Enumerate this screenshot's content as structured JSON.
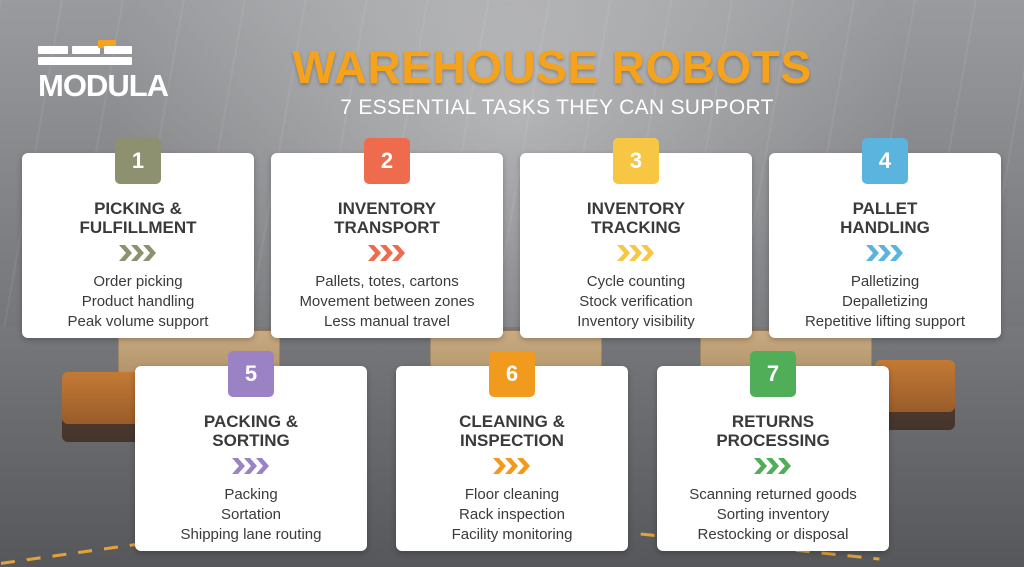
{
  "brand": {
    "name": "MODULA"
  },
  "header": {
    "title": "WAREHOUSE ROBOTS",
    "subtitle": "7 ESSENTIAL TASKS THEY CAN SUPPORT"
  },
  "cards": [
    {
      "number": "1",
      "title": "PICKING &\nFULFILLMENT",
      "color": "#8e9170",
      "items": [
        "Order picking",
        "Product handling",
        "Peak volume support"
      ]
    },
    {
      "number": "2",
      "title": "INVENTORY\nTRANSPORT",
      "color": "#ee6b4d",
      "items": [
        "Pallets, totes, cartons",
        "Movement between zones",
        "Less manual travel"
      ]
    },
    {
      "number": "3",
      "title": "INVENTORY\nTRACKING",
      "color": "#f7c744",
      "items": [
        "Cycle counting",
        "Stock verification",
        "Inventory visibility"
      ]
    },
    {
      "number": "4",
      "title": "PALLET\nHANDLING",
      "color": "#5bb4dd",
      "items": [
        "Palletizing",
        "Depalletizing",
        "Repetitive lifting support"
      ]
    },
    {
      "number": "5",
      "title": "PACKING &\nSORTING",
      "color": "#9b82c4",
      "items": [
        "Packing",
        "Sortation",
        "Shipping lane routing"
      ]
    },
    {
      "number": "6",
      "title": "CLEANING &\nINSPECTION",
      "color": "#f29a1e",
      "items": [
        "Floor cleaning",
        "Rack inspection",
        "Facility monitoring"
      ]
    },
    {
      "number": "7",
      "title": "RETURNS\nPROCESSING",
      "color": "#4fae57",
      "items": [
        "Scanning returned goods",
        "Sorting inventory",
        "Restocking or disposal"
      ]
    }
  ]
}
